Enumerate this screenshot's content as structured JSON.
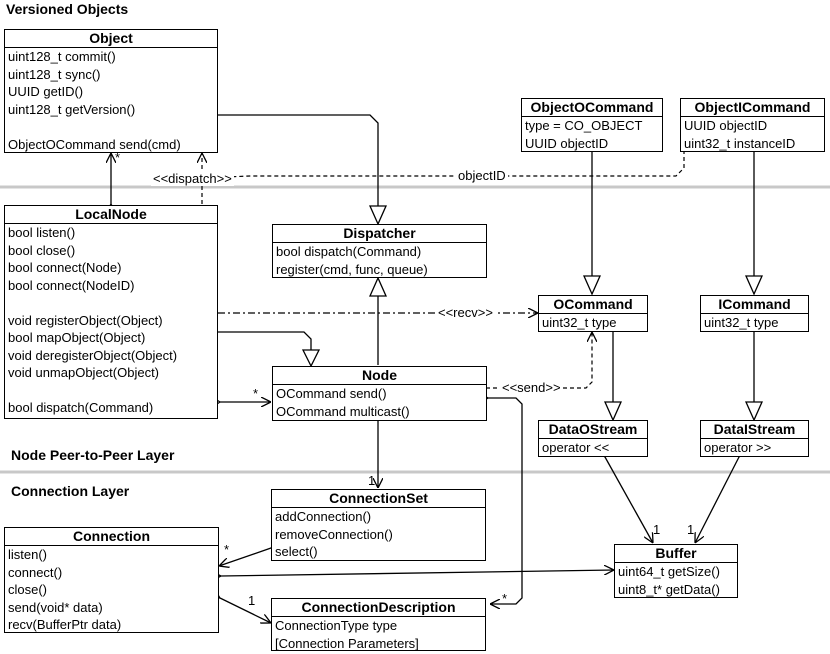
{
  "sections": {
    "versioned": "Versioned Objects",
    "p2p": "Node Peer-to-Peer Layer",
    "connection": "Connection Layer"
  },
  "classes": {
    "object": {
      "name": "Object",
      "members": [
        "uint128_t commit()",
        "uint128_t sync()",
        "UUID getID()",
        "uint128_t getVersion()",
        "",
        "ObjectOCommand send(cmd)"
      ]
    },
    "objectocommand": {
      "name": "ObjectOCommand",
      "members": [
        "type = CO_OBJECT",
        "UUID objectID"
      ]
    },
    "objecticommand": {
      "name": "ObjectICommand",
      "members": [
        "UUID objectID",
        "uint32_t instanceID"
      ]
    },
    "localnode": {
      "name": "LocalNode",
      "members": [
        "bool listen()",
        "bool close()",
        "bool connect(Node)",
        "bool connect(NodeID)",
        "",
        "void registerObject(Object)",
        "bool mapObject(Object)",
        "void deregisterObject(Object)",
        "void unmapObject(Object)",
        "",
        "bool dispatch(Command)"
      ]
    },
    "dispatcher": {
      "name": "Dispatcher",
      "members": [
        "bool dispatch(Command)",
        "register(cmd, func, queue)"
      ]
    },
    "ocommand": {
      "name": "OCommand",
      "members": [
        "uint32_t type"
      ]
    },
    "icommand": {
      "name": "ICommand",
      "members": [
        "uint32_t type"
      ]
    },
    "node": {
      "name": "Node",
      "members": [
        "OCommand send()",
        "OCommand multicast()"
      ]
    },
    "dataostream": {
      "name": "DataOStream",
      "members": [
        "operator <<"
      ]
    },
    "dataistream": {
      "name": "DataIStream",
      "members": [
        "operator >>"
      ]
    },
    "connectionset": {
      "name": "ConnectionSet",
      "members": [
        "addConnection()",
        "removeConnection()",
        "select()"
      ]
    },
    "connection": {
      "name": "Connection",
      "members": [
        "listen()",
        "connect()",
        "close()",
        "send(void* data)",
        "recv(BufferPtr data)"
      ]
    },
    "buffer": {
      "name": "Buffer",
      "members": [
        "uint64_t getSize()",
        "uint8_t* getData()"
      ]
    },
    "connectiondescription": {
      "name": "ConnectionDescription",
      "members": [
        "ConnectionType type",
        "[Connection Parameters]"
      ]
    }
  },
  "labels": {
    "dispatch": "<<dispatch>>",
    "objectid": "objectID",
    "recv": "<<recv>>",
    "send": "<<send>>"
  },
  "multiplicity": {
    "object_localnode": "*",
    "localnode_node": "*",
    "node_connectionset": "1",
    "connectionset_connection": "*",
    "connection_description": "1",
    "node_description": "*",
    "dataostream_buffer": "1",
    "dataistream_buffer": "1"
  }
}
